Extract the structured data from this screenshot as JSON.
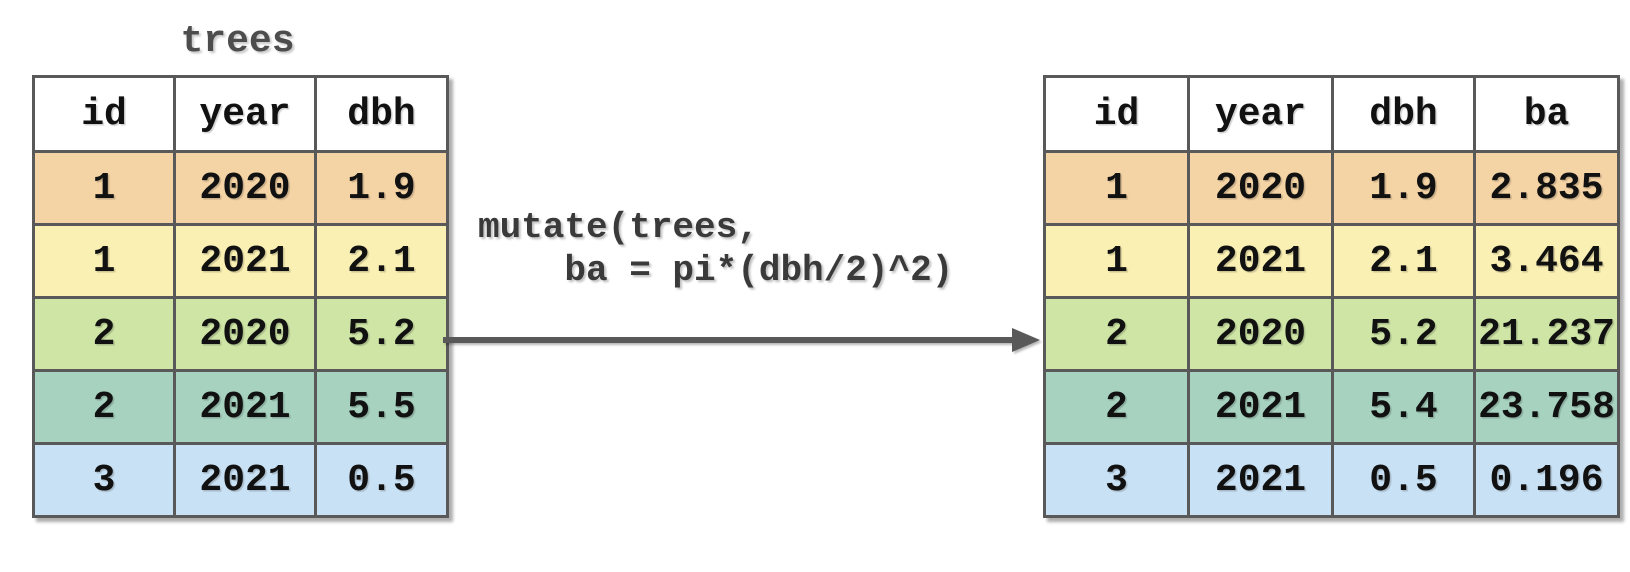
{
  "diagram": {
    "title": "trees",
    "code": "mutate(trees,\n    ba = pi*(dbh/2)^2)"
  },
  "colors": {
    "border": "#595959",
    "title_text": "#4d4d4d",
    "code_text": "#3a3a3a",
    "rows": {
      "orange": "#f4d3a5",
      "yellow": "#faf0b4",
      "green": "#cee5a6",
      "teal": "#a7d2c0",
      "blue": "#c9e1f4"
    }
  },
  "left_table": {
    "name": "trees",
    "columns": [
      "id",
      "year",
      "dbh"
    ],
    "rows": [
      {
        "color_name": "orange",
        "values": [
          "1",
          "2020",
          "1.9"
        ]
      },
      {
        "color_name": "yellow",
        "values": [
          "1",
          "2021",
          "2.1"
        ]
      },
      {
        "color_name": "green",
        "values": [
          "2",
          "2020",
          "5.2"
        ]
      },
      {
        "color_name": "teal",
        "values": [
          "2",
          "2021",
          "5.5"
        ]
      },
      {
        "color_name": "blue",
        "values": [
          "3",
          "2021",
          "0.5"
        ]
      }
    ]
  },
  "right_table": {
    "name": "mutate-result",
    "columns": [
      "id",
      "year",
      "dbh",
      "ba"
    ],
    "rows": [
      {
        "color_name": "orange",
        "values": [
          "1",
          "2020",
          "1.9",
          "2.835"
        ]
      },
      {
        "color_name": "yellow",
        "values": [
          "1",
          "2021",
          "2.1",
          "3.464"
        ]
      },
      {
        "color_name": "green",
        "values": [
          "2",
          "2020",
          "5.2",
          "21.237"
        ]
      },
      {
        "color_name": "teal",
        "values": [
          "2",
          "2021",
          "5.4",
          "23.758"
        ]
      },
      {
        "color_name": "blue",
        "values": [
          "3",
          "2021",
          "0.5",
          "0.196"
        ]
      }
    ]
  }
}
